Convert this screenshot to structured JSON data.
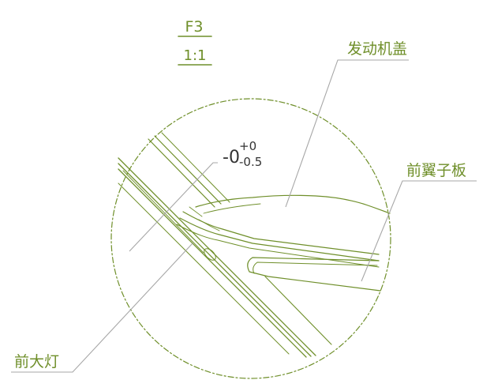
{
  "view": {
    "name": "F3",
    "scale": "1:1",
    "tolerance": {
      "base": "-0",
      "upper": "+0",
      "lower": "-0.5"
    }
  },
  "callouts": {
    "hood": "发动机盖",
    "front_panel": "前翼子板",
    "headlamp": "前大灯"
  },
  "colors": {
    "line": "#6f8f2a",
    "leader": "#a7a7a7",
    "dimension_text": "#333333"
  }
}
